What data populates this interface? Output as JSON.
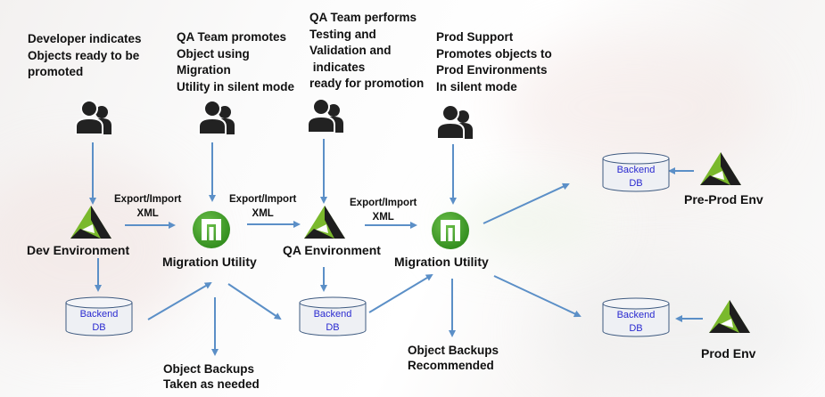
{
  "actors": [
    {
      "id": "developer",
      "text": "Developer indicates\nObjects ready to be\npromoted"
    },
    {
      "id": "qa-promote",
      "text": "QA Team promotes\nObject using\nMigration\nUtility in silent mode"
    },
    {
      "id": "qa-test",
      "text": "QA Team performs\nTesting and\nValidation and\n indicates\nready for promotion"
    },
    {
      "id": "prod-support",
      "text": "Prod Support\nPromotes objects to\nProd Environments\nIn silent mode"
    }
  ],
  "nodes": {
    "dev_env": "Dev Environment",
    "migration_utility_1": "Migration Utility",
    "qa_env": "QA Environment",
    "migration_utility_2": "Migration Utility",
    "pre_prod_env": "Pre-Prod Env",
    "prod_env": "Prod Env"
  },
  "edge_labels": {
    "dev_to_mu1": "Export/Import\nXML",
    "mu1_to_qa": "Export/Import\nXML",
    "qa_to_mu2": "Export/Import\nXML"
  },
  "databases": {
    "dev_db": "Backend\nDB",
    "qa_db": "Backend\nDB",
    "pre_prod_db": "Backend\nDB",
    "prod_db": "Backend\nDB"
  },
  "notes": {
    "backups_1": "Object Backups\nTaken as needed",
    "backups_2": "Object Backups\nRecommended"
  },
  "colors": {
    "arrow": "#5b8fc7",
    "env_green": "#7ab92c",
    "utility_green": "#3f9a26",
    "db_text": "#2a2ad0",
    "text": "#111111"
  }
}
